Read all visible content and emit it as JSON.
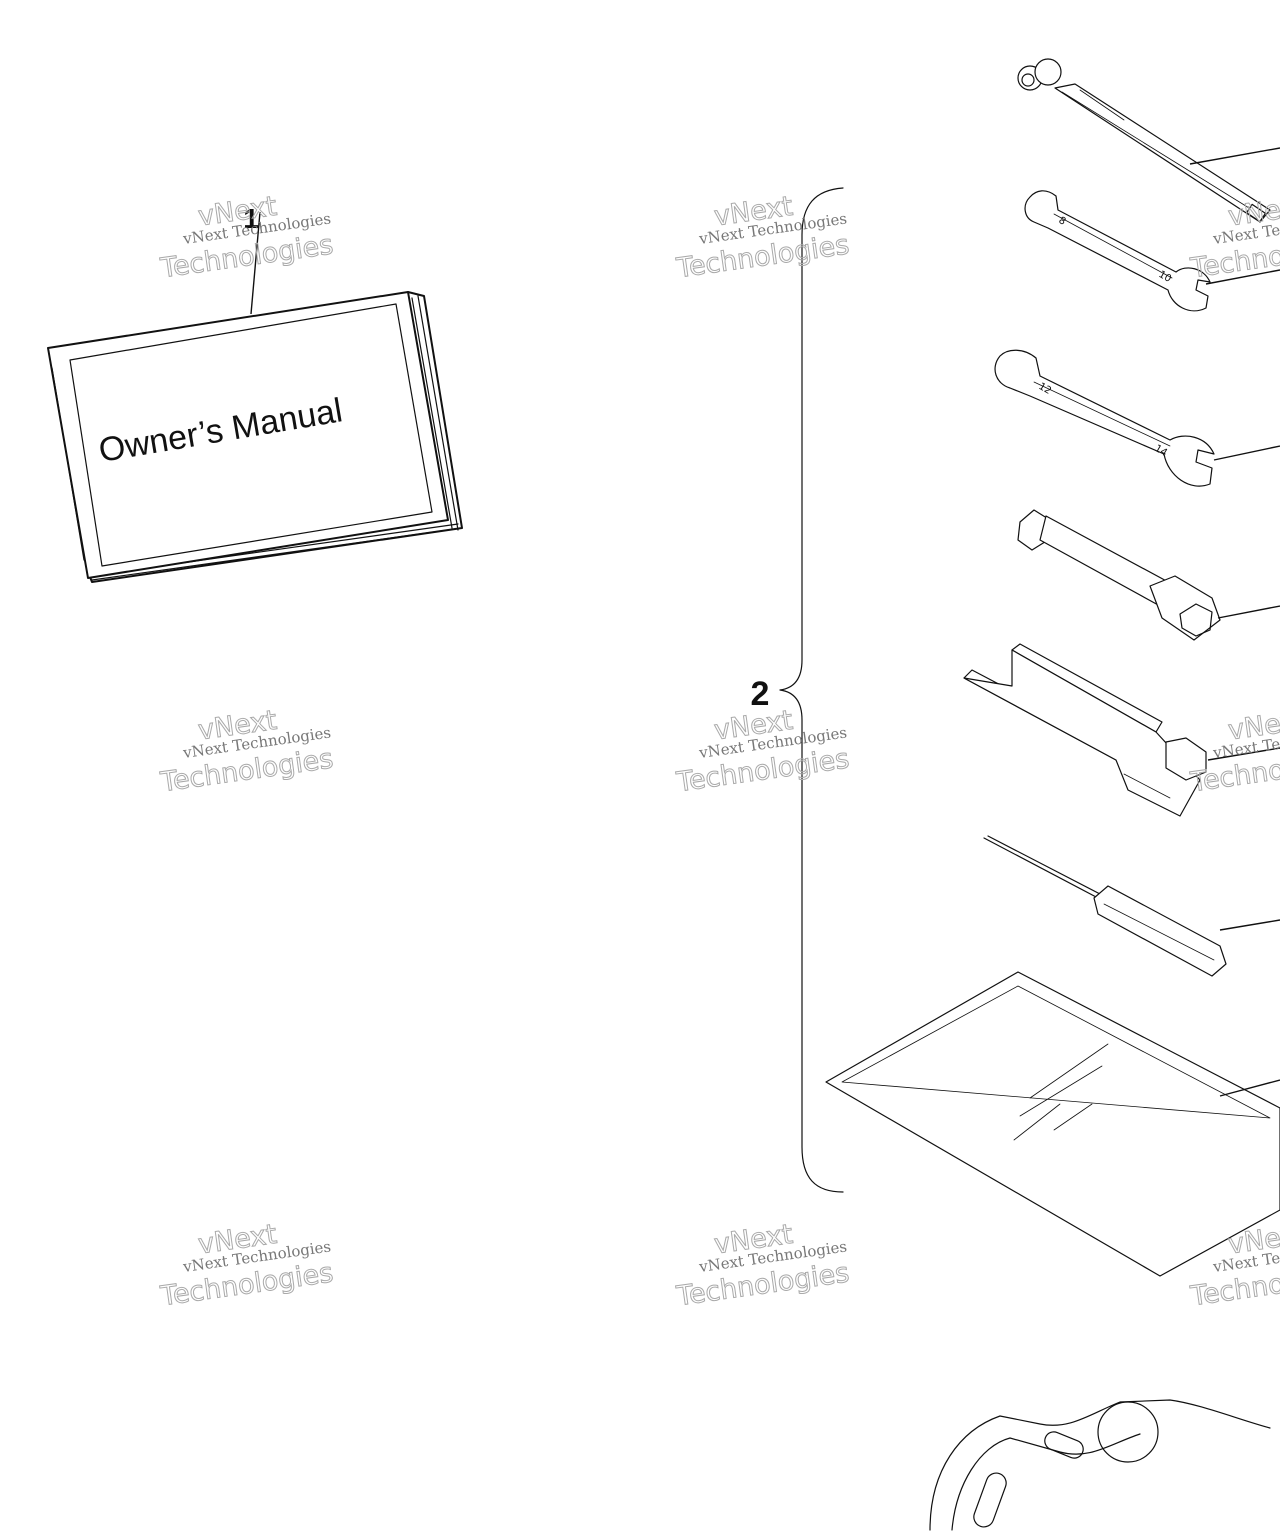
{
  "callouts": {
    "manual": "1",
    "toolkit": "2"
  },
  "manual": {
    "title": "Owner’s Manual"
  },
  "tools": [
    "tire-pressure-gauge",
    "open-end-wrench-8x10",
    "open-end-wrench-12x14",
    "spark-plug-socket-wrench",
    "wrench-holder-plate",
    "screwdriver",
    "tool-bag"
  ],
  "wrench_marks": {
    "small_a": "8",
    "small_b": "10",
    "large_a": "12",
    "large_b": "14"
  },
  "watermark": {
    "line1": "vNext Technologies",
    "line2": "vNext",
    "line3": "Technologies"
  },
  "colors": {
    "ink": "#111111",
    "watermark": "#aaaaaa",
    "background": "#ffffff"
  }
}
